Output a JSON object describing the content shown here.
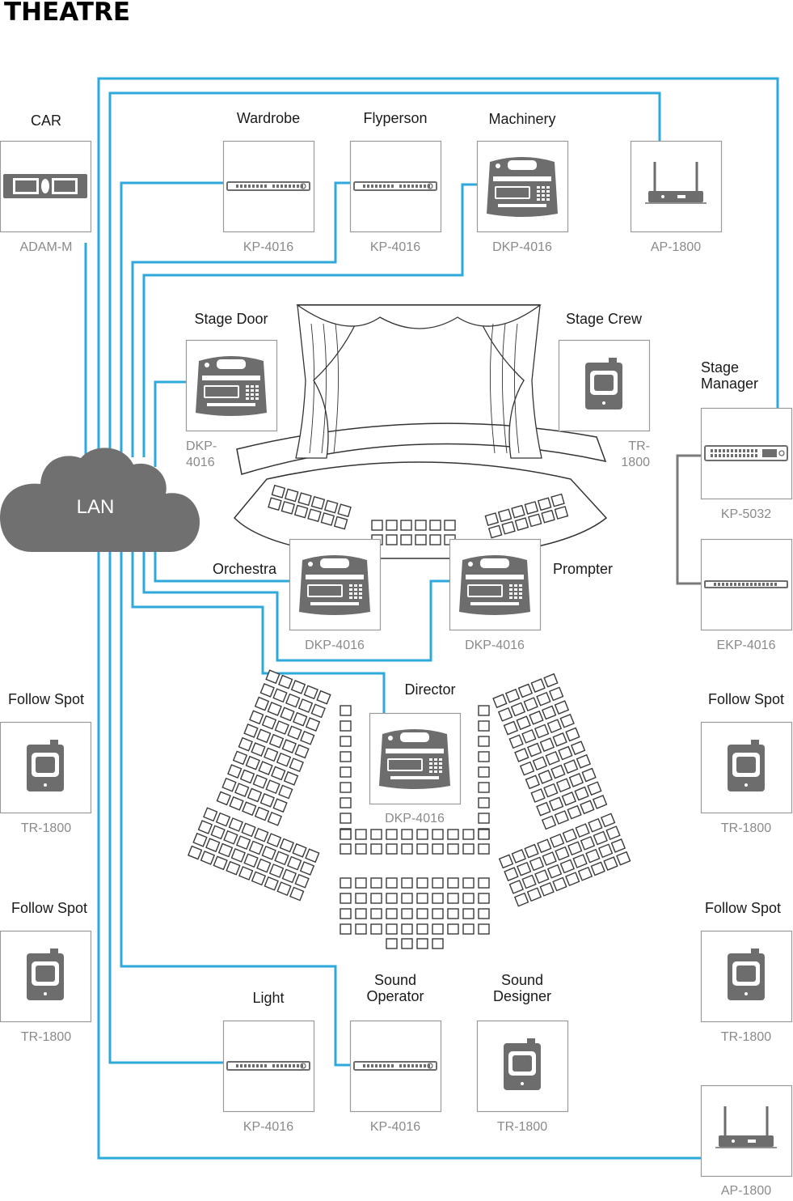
{
  "title": "THEATRE",
  "cloud_label": "LAN",
  "colors": {
    "lan_link": "#2ea9dc",
    "local_link": "#7a7a7a",
    "device": "#6d6d6d"
  },
  "devices": [
    {
      "label": "CAR",
      "model": "ADAM-M",
      "icon": "adam-m-rack-icon"
    },
    {
      "label": "Wardrobe",
      "model": "KP-4016",
      "icon": "kp-4016-panel-icon"
    },
    {
      "label": "Flyperson",
      "model": "KP-4016",
      "icon": "kp-4016-panel-icon"
    },
    {
      "label": "Machinery",
      "model": "DKP-4016",
      "icon": "dkp-4016-desk-icon"
    },
    {
      "label": "",
      "model": "AP-1800",
      "icon": "ap-1800-antenna-icon"
    },
    {
      "label": "Stage Door",
      "model": "DKP-\n4016",
      "icon": "dkp-4016-desk-icon"
    },
    {
      "label": "Stage Crew",
      "model": "TR-\n1800",
      "icon": "tr-1800-beltpack-icon"
    },
    {
      "label": "Stage\nManager",
      "model": "KP-5032",
      "icon": "kp-5032-panel-icon"
    },
    {
      "label": "",
      "model": "EKP-4016",
      "icon": "ekp-4016-expansion-icon"
    },
    {
      "label": "Orchestra",
      "model": "DKP-4016",
      "icon": "dkp-4016-desk-icon"
    },
    {
      "label": "Prompter",
      "model": "DKP-4016",
      "icon": "dkp-4016-desk-icon"
    },
    {
      "label": "Director",
      "model": "DKP-4016",
      "icon": "dkp-4016-desk-icon"
    },
    {
      "label": "Follow Spot",
      "model": "TR-1800",
      "icon": "tr-1800-beltpack-icon"
    },
    {
      "label": "Follow Spot",
      "model": "TR-1800",
      "icon": "tr-1800-beltpack-icon"
    },
    {
      "label": "Follow Spot",
      "model": "TR-1800",
      "icon": "tr-1800-beltpack-icon"
    },
    {
      "label": "Follow Spot",
      "model": "TR-1800",
      "icon": "tr-1800-beltpack-icon"
    },
    {
      "label": "Light",
      "model": "KP-4016",
      "icon": "kp-4016-panel-icon"
    },
    {
      "label": "Sound\nOperator",
      "model": "KP-4016",
      "icon": "kp-4016-panel-icon"
    },
    {
      "label": "Sound\nDesigner",
      "model": "TR-1800",
      "icon": "tr-1800-beltpack-icon"
    },
    {
      "label": "",
      "model": "AP-1800",
      "icon": "ap-1800-antenna-icon"
    }
  ]
}
